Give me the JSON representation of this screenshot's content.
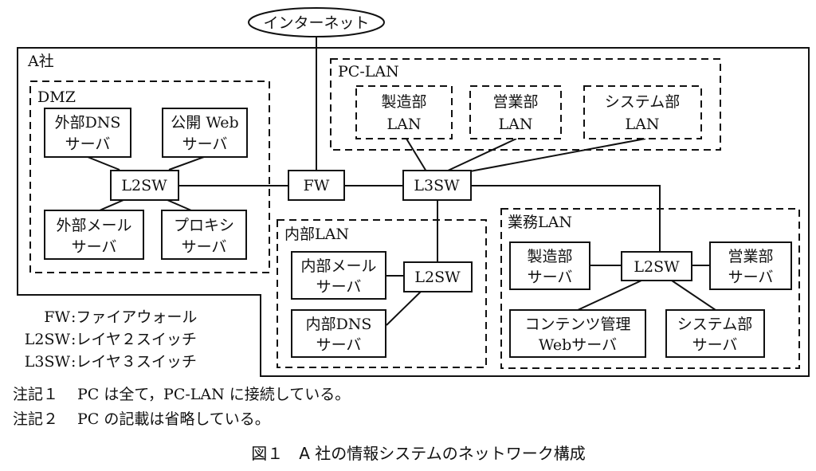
{
  "internet": "インターネット",
  "company": "A社",
  "dmz": {
    "label": "DMZ",
    "ext_dns": [
      "外部DNS",
      "サーバ"
    ],
    "pub_web": [
      "公開 Web",
      "サーバ"
    ],
    "l2sw": "L2SW",
    "ext_mail": [
      "外部メール",
      "サーバ"
    ],
    "proxy": [
      "プロキシ",
      "サーバ"
    ]
  },
  "fw": "FW",
  "l3sw": "L3SW",
  "pc_lan": {
    "label": "PC-LAN",
    "mfg": [
      "製造部",
      "LAN"
    ],
    "sales": [
      "営業部",
      "LAN"
    ],
    "sys": [
      "システム部",
      "LAN"
    ]
  },
  "internal_lan": {
    "label": "内部LAN",
    "mail": [
      "内部メール",
      "サーバ"
    ],
    "l2sw": "L2SW",
    "dns": [
      "内部DNS",
      "サーバ"
    ]
  },
  "biz_lan": {
    "label": "業務LAN",
    "mfg": [
      "製造部",
      "サーバ"
    ],
    "l2sw": "L2SW",
    "sales": [
      "営業部",
      "サーバ"
    ],
    "content": [
      "コンテンツ管理",
      "Webサーバ"
    ],
    "sys": [
      "システム部",
      "サーバ"
    ]
  },
  "legend": [
    {
      "abbr": "FW",
      "desc": ":ファイアウォール"
    },
    {
      "abbr": "L2SW",
      "desc": ":レイヤ２スイッチ"
    },
    {
      "abbr": "L3SW",
      "desc": ":レイヤ３スイッチ"
    }
  ],
  "notes": [
    {
      "label": "注記１",
      "text": "PC は全て，PC-LAN に接続している。"
    },
    {
      "label": "注記２",
      "text": "PC の記載は省略している。"
    }
  ],
  "caption": "図１　A 社の情報システムのネットワーク構成"
}
